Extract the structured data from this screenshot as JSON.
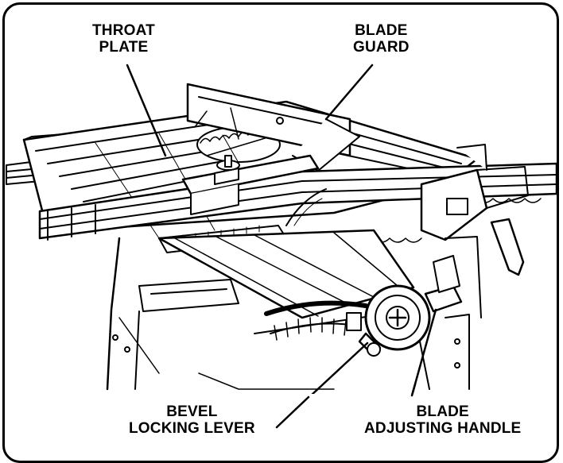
{
  "labels": {
    "throat_plate": {
      "line1": "THROAT",
      "line2": "PLATE"
    },
    "blade_guard": {
      "line1": "BLADE",
      "line2": "GUARD"
    },
    "bevel_locking_lever": {
      "line1": "BEVEL",
      "line2": "LOCKING LEVER"
    },
    "blade_adjusting_handle": {
      "line1": "BLADE",
      "line2": "ADJUSTING HANDLE"
    }
  },
  "colors": {
    "ink": "#000000",
    "paper": "#ffffff"
  }
}
